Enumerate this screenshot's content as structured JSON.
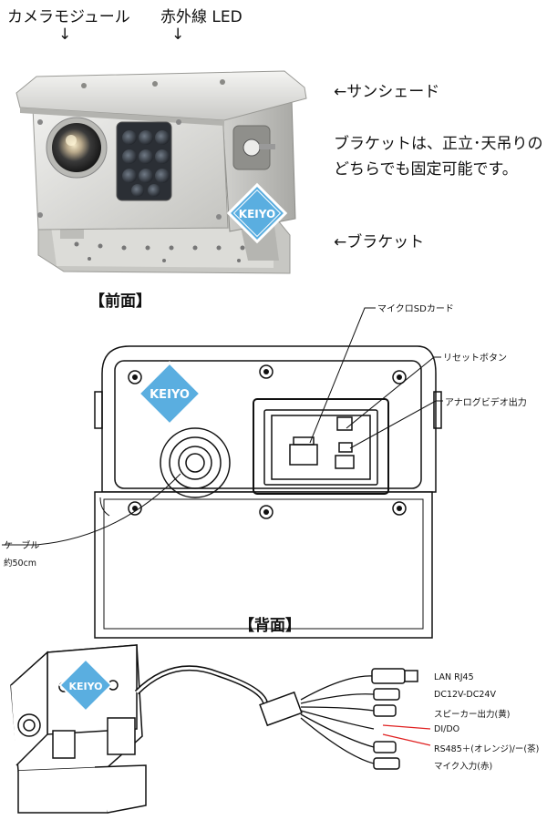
{
  "front": {
    "label_camera_module": "カメラモジュール",
    "label_ir_led": "赤外線 LED",
    "arrow_down": "↓",
    "label_sunshade": "←サンシェード",
    "note_line1": "ブラケットは、正立･天吊りの",
    "note_line2": "どちらでも固定可能です。",
    "label_bracket": "←ブラケット",
    "caption": "【前面】",
    "logo": "KEIYO"
  },
  "back": {
    "label_microsd": "マイクロSDカード",
    "label_reset": "リセットボタン",
    "label_analog": "アナログビデオ出力",
    "label_cable": "ケーブル",
    "label_cable_length": "約50cm",
    "caption": "【背面】",
    "logo": "KEIYO"
  },
  "connectors": {
    "logo": "KEIYO",
    "items": [
      "LAN RJ45",
      "DC12V-DC24V",
      "スピーカー出力(黄)",
      "DI/DO",
      "RS485＋(オレンジ)/ー(茶)",
      "マイク入力(赤)"
    ]
  },
  "colors": {
    "logo_blue": "#5aaee0",
    "highlight_red": "#e02020",
    "body_gray": "#d8d8d6"
  }
}
